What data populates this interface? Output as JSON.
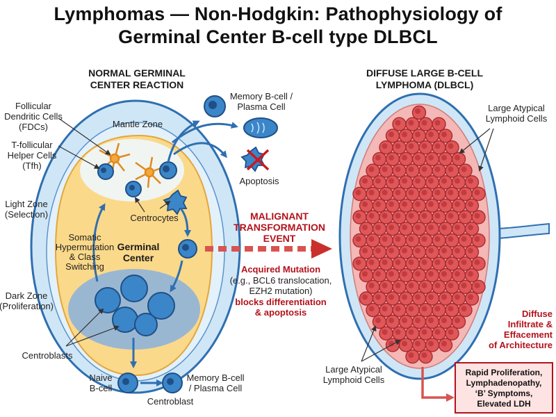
{
  "title": {
    "line1": "Lymphomas — Non-Hodgkin: Pathophysiology of",
    "line2": "Germinal Center B-cell type DLBCL"
  },
  "normal": {
    "heading_line1": "NORMAL GERMINAL",
    "heading_line2": "CENTER REACTION",
    "fdc": [
      "Follicular",
      "Dendritic Cells",
      "(FDCs)"
    ],
    "tfh": [
      "T-follicular",
      "Helper Cells",
      "(Tfh)"
    ],
    "light_zone": [
      "Light Zone",
      "(Selection)"
    ],
    "dark_zone": [
      "Dark Zone",
      "(Proliferation)"
    ],
    "mantle_zone": "Mantle Zone",
    "centrocytes": "Centrocytes",
    "shm": [
      "Somatic",
      "Hypermutation",
      "& Class",
      "Switching"
    ],
    "germinal_center": [
      "Germinal",
      "Center"
    ],
    "centroblasts": "Centroblasts",
    "memory_top": [
      "Memory B-cell /",
      "Plasma Cell"
    ],
    "apoptosis": "Apoptosis",
    "naive": [
      "Naive",
      "B-cell"
    ],
    "memory_bottom": [
      "Memory B-cell",
      "/ Plasma Cell"
    ],
    "centroblast_bottom": "Centroblast"
  },
  "transformation": {
    "event": [
      "MALIGNANT",
      "TRANSFORMATION",
      "EVENT"
    ],
    "mutation_heading": "Acquired Mutation",
    "mutation_detail": [
      "(e.g., BCL6 translocation,",
      "EZH2 mutation)"
    ],
    "blocks": [
      "blocks differentiation",
      "& apoptosis"
    ]
  },
  "dlbcl": {
    "heading_line1": "DIFFUSE LARGE B-CELL",
    "heading_line2": "LYMPHOMA (DLBCL)",
    "atypical_top": [
      "Large Atypical",
      "Lymphoid Cells"
    ],
    "atypical_bottom": [
      "Large Atypical",
      "Lymphoid Cells"
    ],
    "diffuse": [
      "Diffuse",
      "Infiltrate &",
      "Effacement",
      "of Architecture"
    ],
    "outcome": [
      "Rapid Proliferation,",
      "Lymphadenopathy,",
      "‘B’ Symptoms,",
      "Elevated LDH"
    ]
  },
  "colors": {
    "node_fill": "#cfe6f7",
    "node_outline": "#2f6fb0",
    "germinal_fill": "#fbd98a",
    "dark_zone": "#8fb3d9",
    "tumor_cell": "#e0575a",
    "accent_red": "#b3121b",
    "arrow_blue": "#2f6fb0"
  }
}
